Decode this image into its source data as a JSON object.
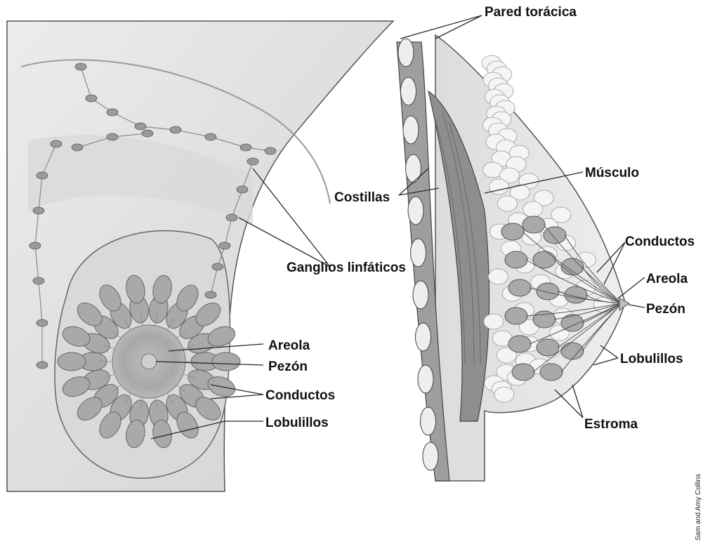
{
  "colors": {
    "skin_light": "#e8e8e8",
    "skin_mid": "#cfcfcf",
    "skin_dark": "#9a9a9a",
    "tissue": "#d6d6d6",
    "lobule": "#a9a9a9",
    "muscle": "#8c8c8c",
    "line": "#3a3a3a",
    "label": "#111111"
  },
  "front_view": {
    "labels": {
      "lymph_nodes": "Ganglios linfáticos",
      "areola": "Areola",
      "nipple": "Pezón",
      "ducts": "Conductos",
      "lobules": "Lobulillos"
    }
  },
  "side_view": {
    "labels": {
      "chest_wall": "Pared torácica",
      "muscle": "Músculo",
      "ribs": "Costillas",
      "ducts": "Conductos",
      "areola": "Areola",
      "nipple": "Pezón",
      "lobules": "Lobulillos",
      "stroma": "Estroma"
    }
  },
  "credit": "Sam and Amy Collins"
}
